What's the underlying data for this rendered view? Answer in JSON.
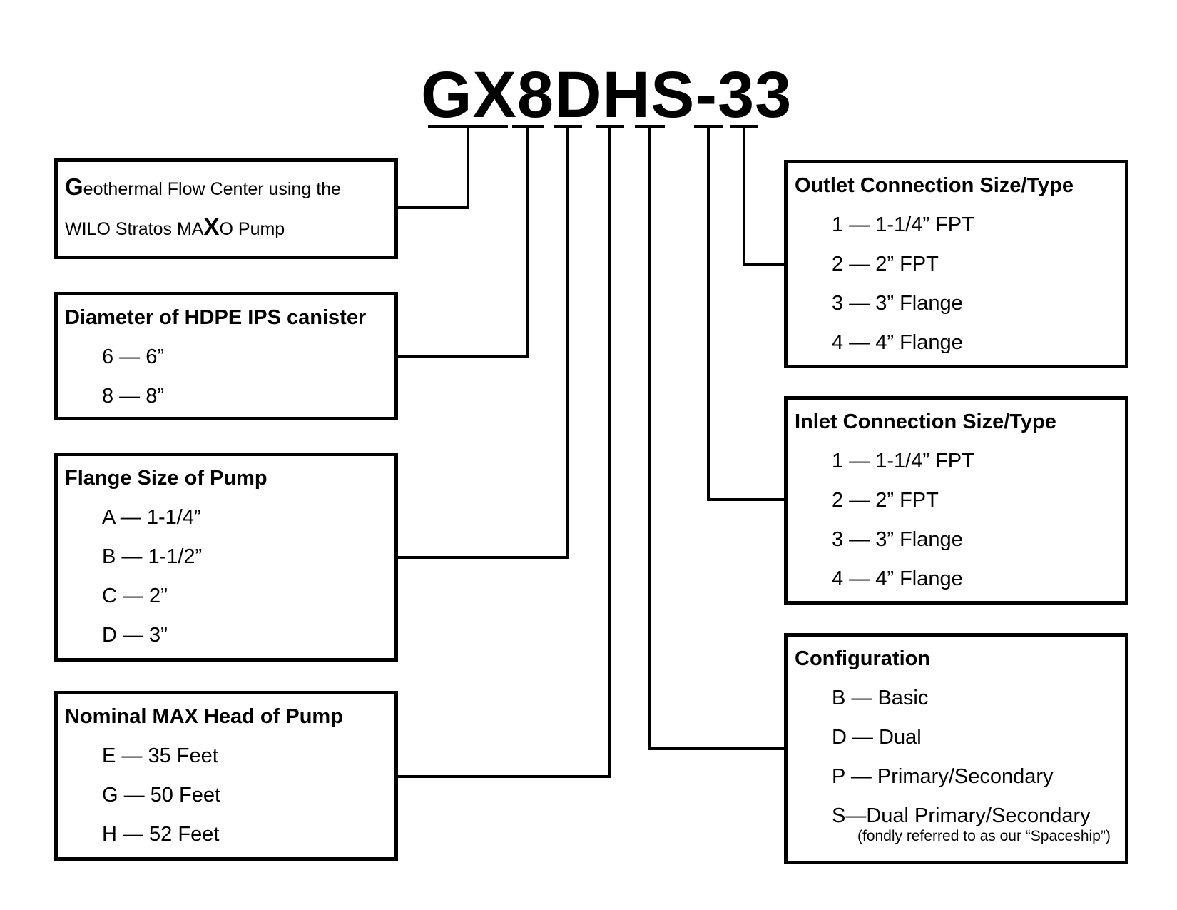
{
  "model_code": "GX8DHS-33",
  "segments": {
    "gx": {
      "lines": [
        [
          "",
          "G",
          "eothermal Flow Center using the"
        ],
        [
          "WILO Stratos MA",
          "X",
          "O Pump"
        ]
      ]
    },
    "diameter": {
      "title": "Diameter of HDPE IPS canister",
      "items": [
        "6 — 6”",
        "8 — 8”"
      ]
    },
    "flange": {
      "title": "Flange Size of Pump",
      "items": [
        "A — 1-1/4”",
        "B — 1-1/2”",
        "C — 2”",
        "D — 3”"
      ]
    },
    "head": {
      "title": "Nominal MAX Head of Pump",
      "items": [
        "E — 35 Feet",
        "G — 50 Feet",
        "H — 52 Feet"
      ]
    },
    "outlet": {
      "title": "Outlet Connection Size/Type",
      "items": [
        "1 — 1-1/4” FPT",
        "2 — 2” FPT",
        "3 — 3” Flange",
        "4 — 4” Flange"
      ]
    },
    "inlet": {
      "title": "Inlet Connection Size/Type",
      "items": [
        "1 — 1-1/4” FPT",
        "2 — 2” FPT",
        "3 — 3” Flange",
        "4 — 4” Flange"
      ]
    },
    "config": {
      "title": "Configuration",
      "items": [
        "B — Basic",
        "D — Dual",
        "P — Primary/Secondary",
        "S—Dual Primary/Secondary"
      ],
      "note": "(fondly referred to as our “Spaceship”)"
    }
  }
}
